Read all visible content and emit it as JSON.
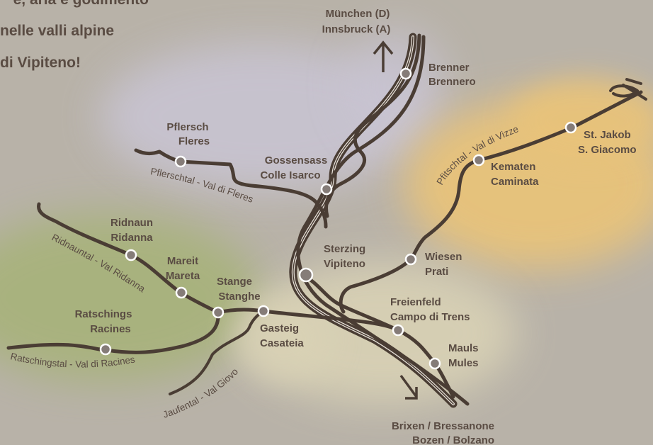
{
  "headline": {
    "line1": "e, aria e godimento",
    "line2": "nelle valli alpine",
    "line3": "di Vipiteno!"
  },
  "north": {
    "line1": "München (D)",
    "line2": "Innsbruck (A)"
  },
  "south": {
    "line1": "Brixen / Bressanone",
    "line2": "Bozen / Bolzano"
  },
  "towns": {
    "brenner": {
      "de": "Brenner",
      "it": "Brennero"
    },
    "gossensass": {
      "de": "Gossensass",
      "it": "Colle Isarco"
    },
    "pflersch": {
      "de": "Pflersch",
      "it": "Fleres"
    },
    "ridnaun": {
      "de": "Ridnaun",
      "it": "Ridanna"
    },
    "mareit": {
      "de": "Mareit",
      "it": "Mareta"
    },
    "stange": {
      "de": "Stange",
      "it": "Stanghe"
    },
    "gasteig": {
      "de": "Gasteig",
      "it": "Casateia"
    },
    "ratschings": {
      "de": "Ratschings",
      "it": "Racines"
    },
    "sterzing": {
      "de": "Sterzing",
      "it": "Vipiteno"
    },
    "wiesen": {
      "de": "Wiesen",
      "it": "Prati"
    },
    "kematen": {
      "de": "Kematen",
      "it": "Caminata"
    },
    "stjakob": {
      "de": "St. Jakob",
      "it": "S. Giacomo"
    },
    "freienfeld": {
      "de": "Freienfeld",
      "it": "Campo di Trens"
    },
    "mauls": {
      "de": "Mauls",
      "it": "Mules"
    }
  },
  "valleys": {
    "pflersch": "Pflerschtal - Val di Fleres",
    "ridnaun": "Ridnauntal - Val Ridanna",
    "ratschings": "Ratschingstal - Val di Racines",
    "jaufen": "Jaufental - Val Giovo",
    "pfitsch": "Pfitschtal - Val di Vizze"
  },
  "colors": {
    "background": "#b8b2a8",
    "road": "#4a3d34",
    "text": "#5a4c43",
    "stop": "#857c78",
    "region_pflersch": "#c9c5d4",
    "region_ridnaun": "#a7b27a",
    "region_pfitsch": "#e8c37a",
    "region_valley_floor": "#d9d2b5"
  }
}
